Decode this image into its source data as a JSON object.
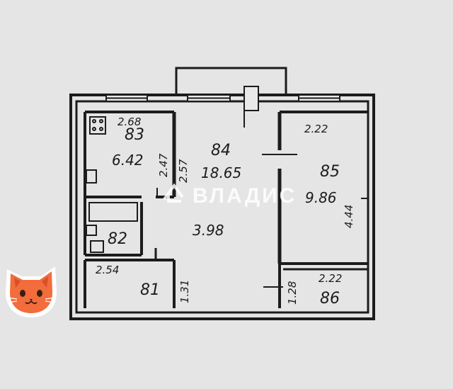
{
  "watermark": {
    "brand": "ВЛАДИС"
  },
  "rooms": [
    {
      "id": "kitchen",
      "label": "83",
      "area": "6.42",
      "dims": [
        "2.68",
        "2.47"
      ]
    },
    {
      "id": "hall",
      "label": "84",
      "area": "18.65",
      "dims": [
        "2.57"
      ]
    },
    {
      "id": "bedroom",
      "label": "85",
      "area": "9.86",
      "dims": [
        "2.22",
        "4.44"
      ]
    },
    {
      "id": "corridor",
      "label": "",
      "area": "3.98",
      "dims": []
    },
    {
      "id": "bathroom",
      "label": "82",
      "area": "",
      "dims": []
    },
    {
      "id": "toilet",
      "label": "81",
      "area": "",
      "dims": [
        "2.54",
        "1.31"
      ]
    },
    {
      "id": "pantry",
      "label": "86",
      "area": "",
      "dims": [
        "2.22",
        "1.28"
      ]
    }
  ],
  "sticker": {
    "icon": "cat-face-icon"
  },
  "colors": {
    "background": "#e9e9e9",
    "ink": "#1c1c1c",
    "sticker_bg": "#ffffff",
    "cat": "#f26c3c"
  }
}
